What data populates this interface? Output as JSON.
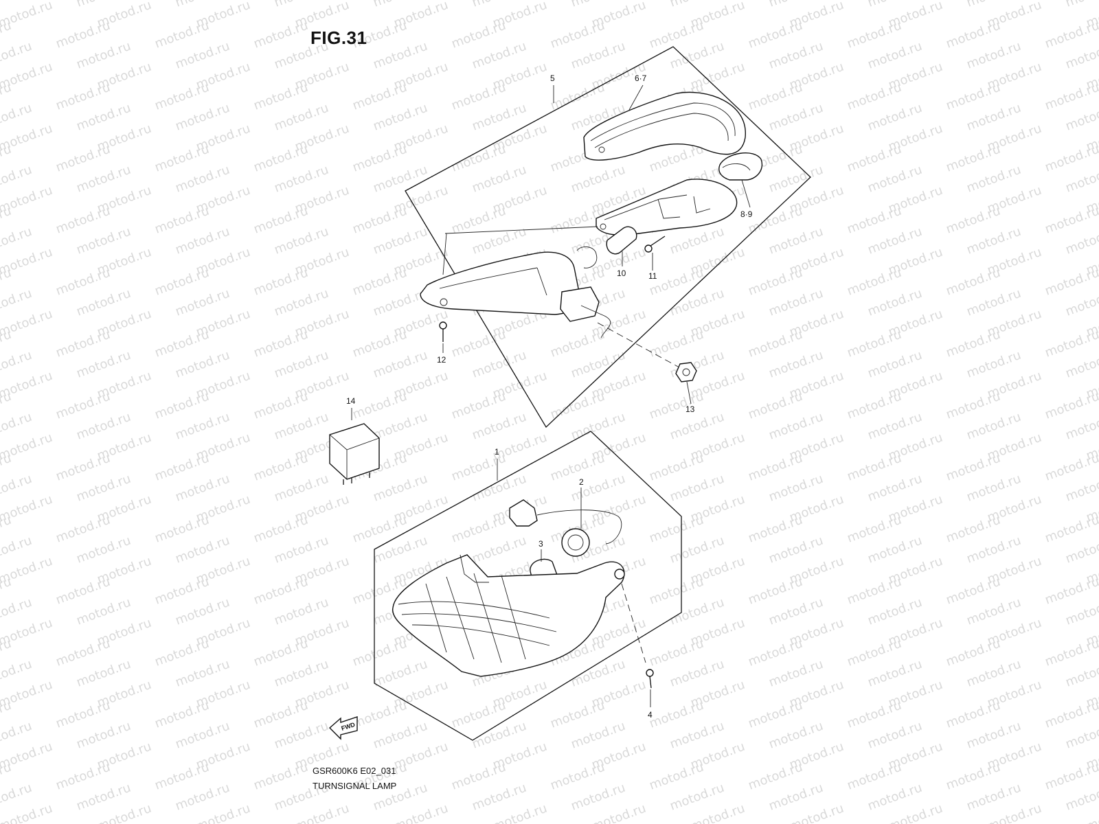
{
  "figure": {
    "title": "FIG.31",
    "watermark": "motod.ru",
    "model_code": "GSR600K6 E02_031",
    "section_title": "TURNSIGNAL LAMP",
    "fwd_label": "FWD"
  },
  "callouts": {
    "c1": "1",
    "c2": "2",
    "c3": "3",
    "c4": "4",
    "c5": "5",
    "c67": "6·7",
    "c89": "8·9",
    "c10": "10",
    "c11": "11",
    "c12": "12",
    "c13": "13",
    "c14": "14"
  }
}
